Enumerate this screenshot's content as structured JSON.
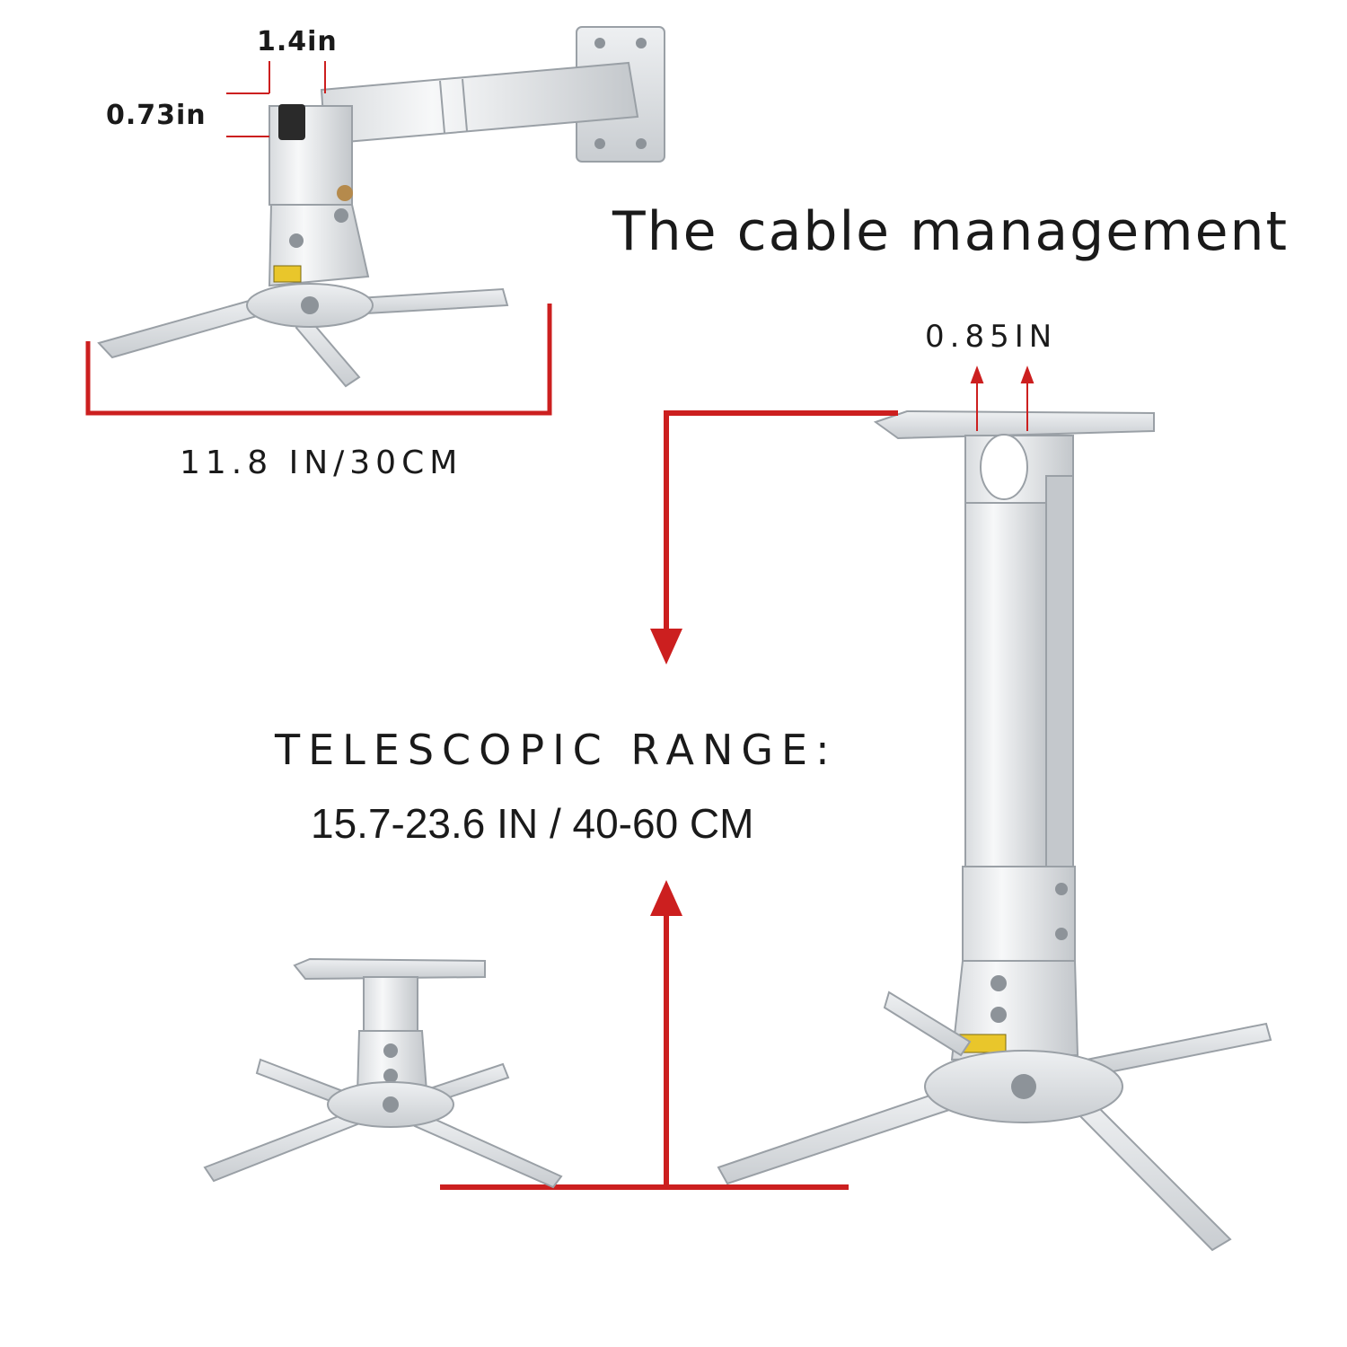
{
  "labels": {
    "height_1_4": "1.4in",
    "height_0_73": "0.73in",
    "width_11_8": "11.8 IN/30CM",
    "cable_title": "The cable management",
    "tube_0_85": "0.85IN",
    "telescopic_heading": "TELESCOPIC RANGE:",
    "telescopic_value": "15.7-23.6 IN / 40-60 CM"
  },
  "colors": {
    "accent": "#cc1f1f",
    "metal": "#eceef0",
    "metal_shadow": "#b9bdc2",
    "text": "#1a1a1a"
  }
}
